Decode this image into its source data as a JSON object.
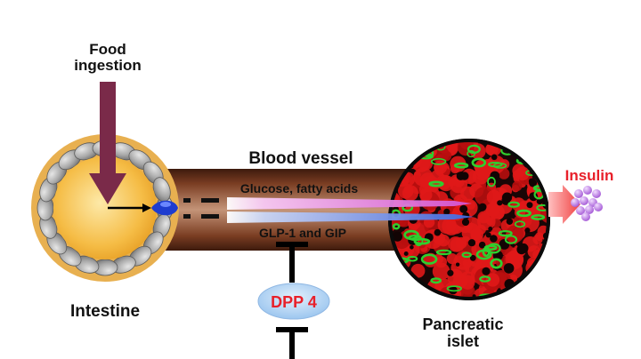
{
  "labels": {
    "food_line1": "Food",
    "food_line2": "ingestion",
    "blood_vessel": "Blood vessel",
    "glucose": "Glucose, fatty acids",
    "glp": "GLP-1 and GIP",
    "insulin": "Insulin",
    "dpp4": "DPP 4",
    "intestine": "Intestine",
    "pancreatic_line1": "Pancreatic",
    "pancreatic_line2": "islet"
  },
  "colors": {
    "vessel": "#8a4a2e",
    "intestine_core": "#f3b53a",
    "villi": "#a9a9a9",
    "food_arrow": "#7a2a49",
    "glucose_beam": "#e98ae6",
    "glp_beam": "#6a8ff0",
    "insulin": "#e8202a",
    "dpp4_fill": "#b7d6f5",
    "islet_red": "#e01818",
    "islet_green": "#2ecf2e",
    "granules": "#c48ae6"
  }
}
